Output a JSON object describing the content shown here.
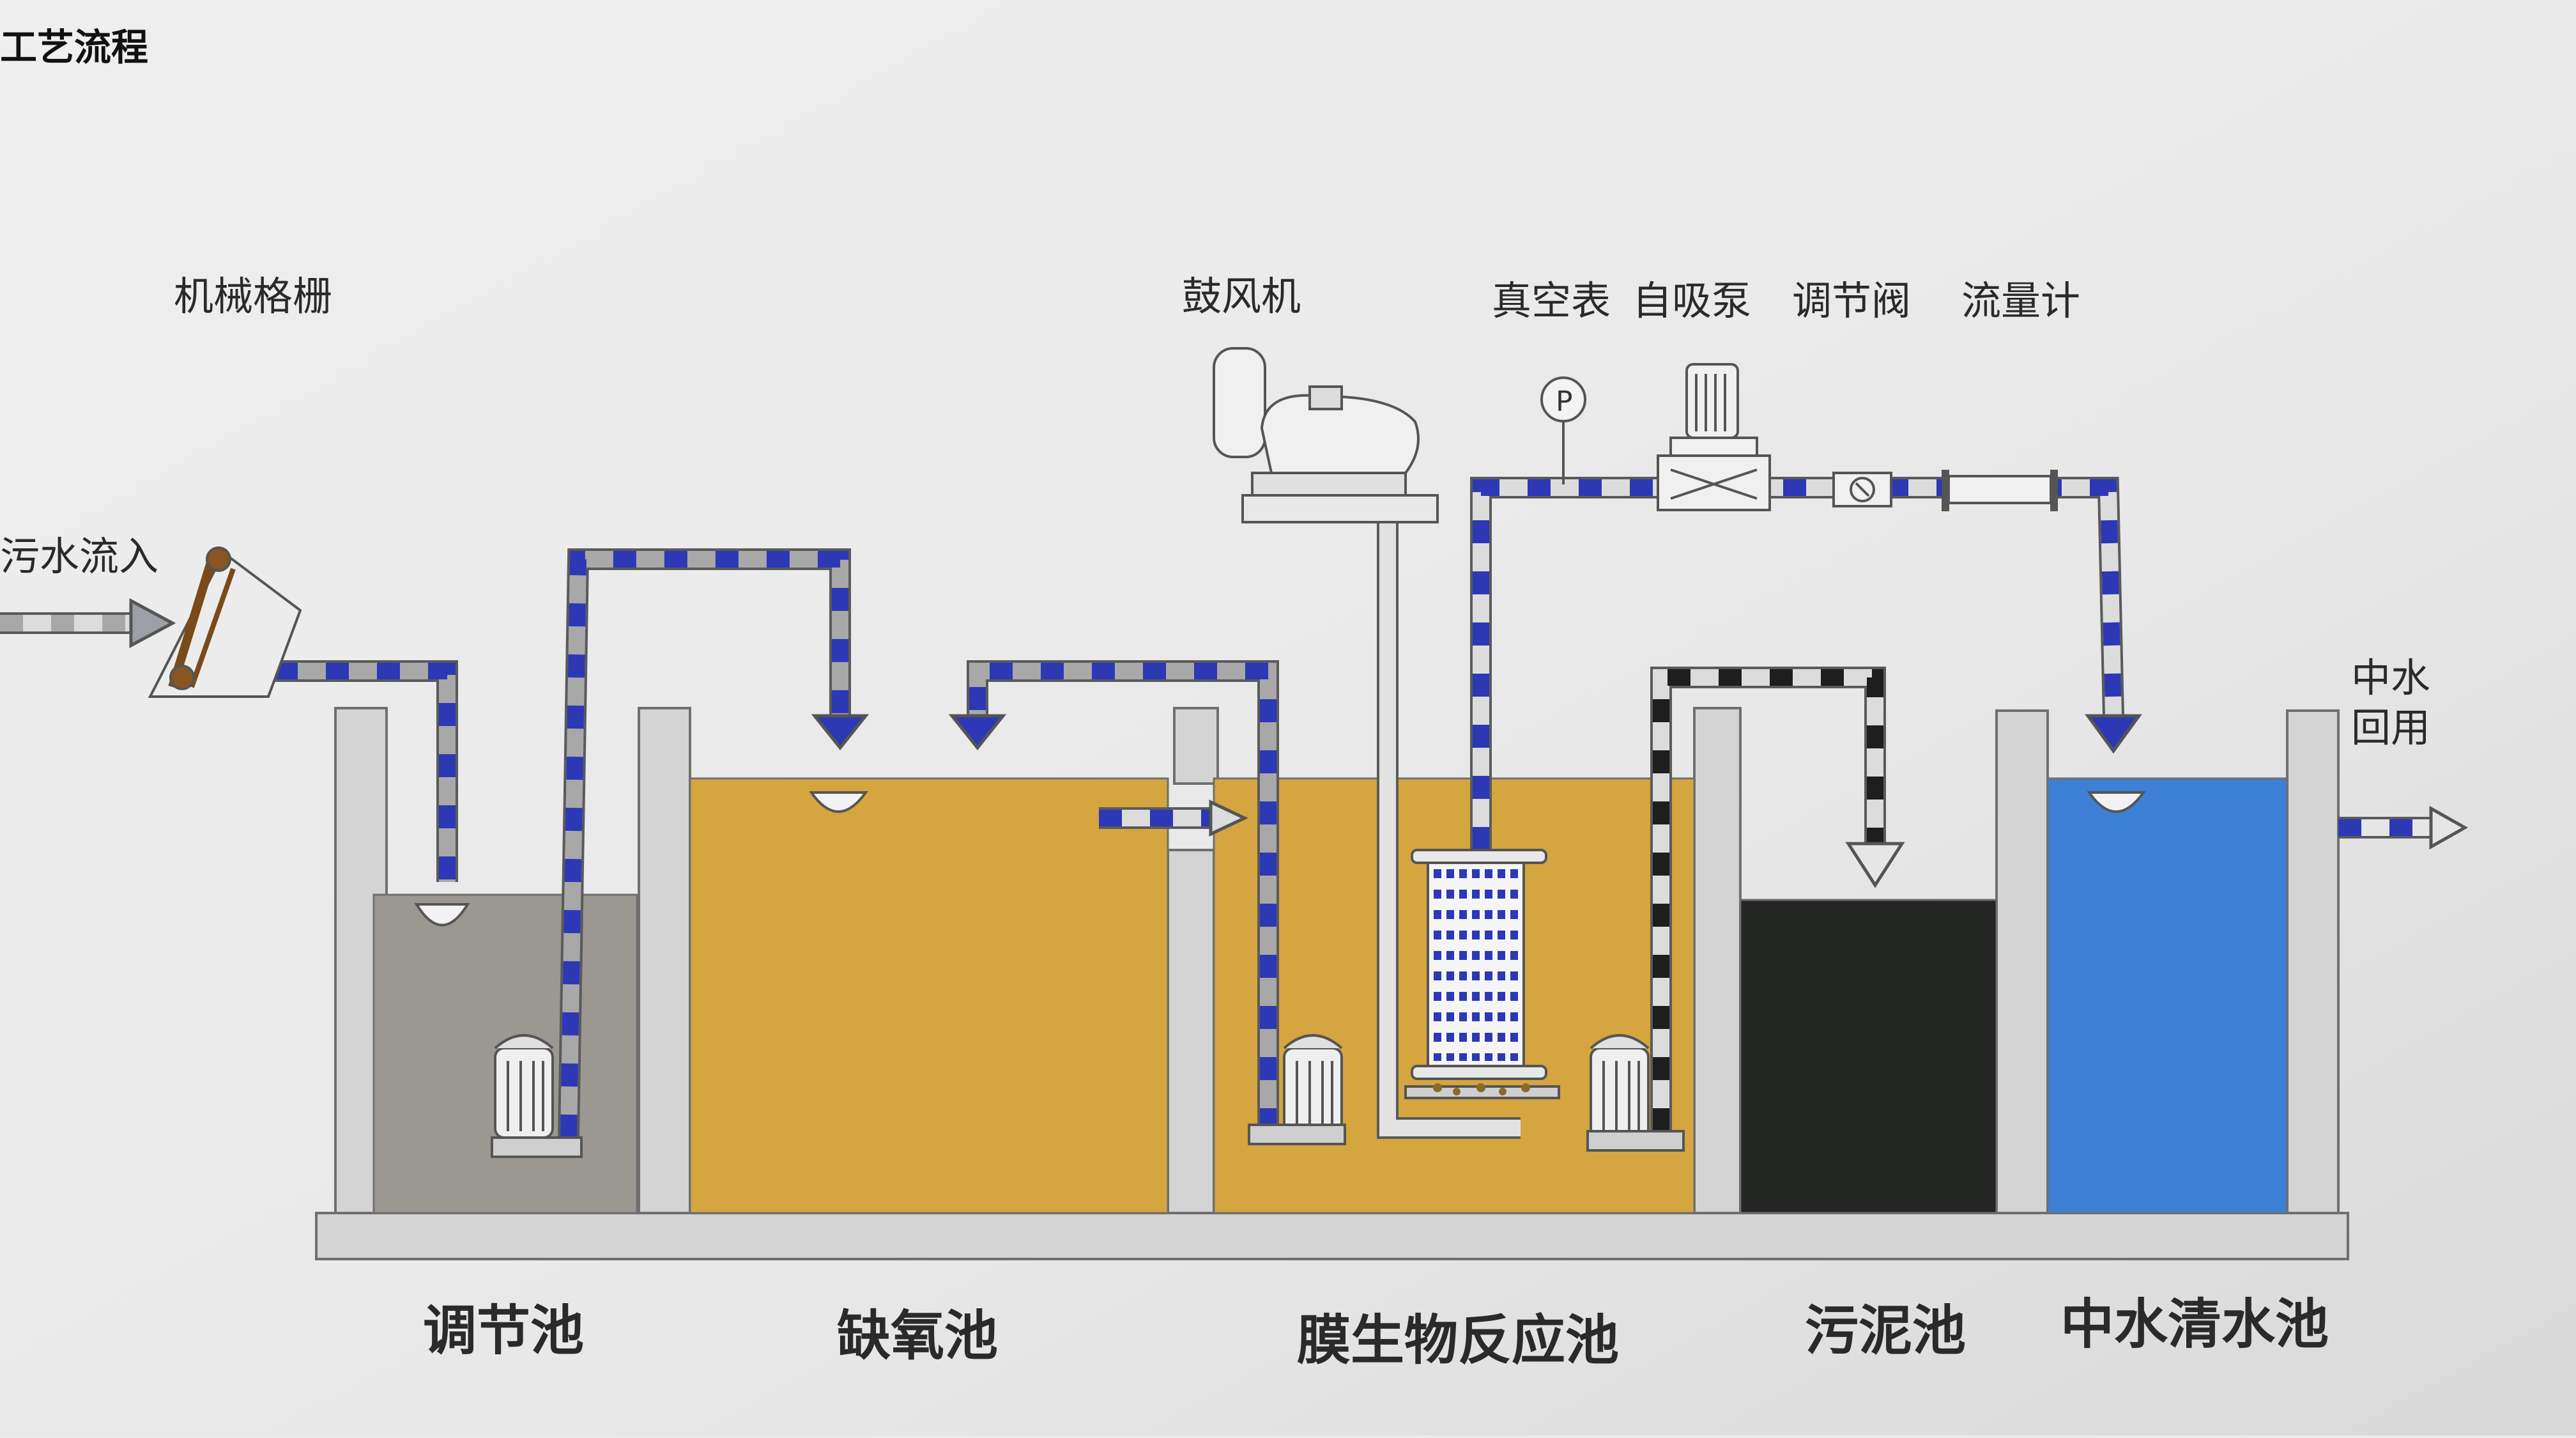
{
  "header": {
    "title": "工艺流程"
  },
  "labels": {
    "screen": "机械格栅",
    "inflow": "污水流入",
    "blower": "鼓风机",
    "vacuum_gauge": "真空表",
    "self_priming_pump": "自吸泵",
    "control_valve": "调节阀",
    "flow_meter": "流量计",
    "reuse_line1": "中水",
    "reuse_line2": "回用"
  },
  "tanks": {
    "equalization": "调节池",
    "anoxic": "缺氧池",
    "mbr": "膜生物反应池",
    "sludge": "污泥池",
    "reclaimed": "中水清水池"
  },
  "colors": {
    "background": "#ebebeb",
    "concrete": "#d4d4d4",
    "equalization_water": "#9a9890",
    "sewage_water": "#d5a53f",
    "sludge": "#232623",
    "clear_water": "#3d7fd4",
    "pipe_blue": "#2c38b4",
    "pipe_gray": "#a8a8a8",
    "pipe_black": "#1e1e1e"
  }
}
